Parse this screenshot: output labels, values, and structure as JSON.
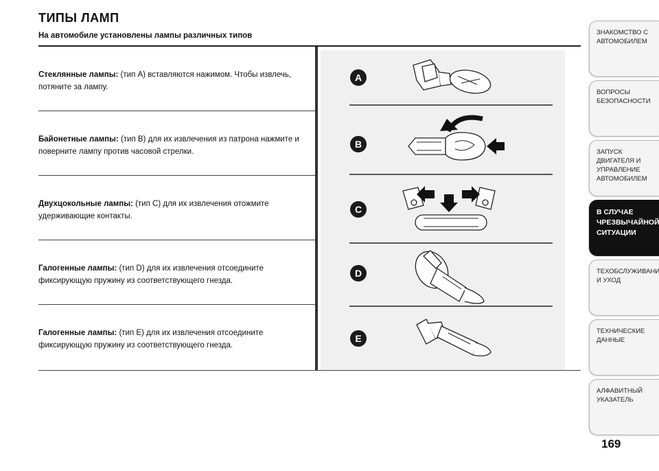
{
  "header": {
    "title": "ТИПЫ ЛАМП",
    "subtitle": "На автомобиле установлены лампы различных типов"
  },
  "rows": [
    {
      "label": "Стеклянные лампы:",
      "text": " (тип A) вставляются нажимом. Чтобы извлечь, потяните за лампу."
    },
    {
      "label": "Байонетные лампы:",
      "text": " (тип B) для их извлечения из патрона нажмите и поверните лампу против часовой стрелки."
    },
    {
      "label": "Двухцокольные лампы:",
      "text": " (тип C) для их извлечения отожмите удерживающие контакты."
    },
    {
      "label": "Галогенные лампы:",
      "text": " (тип D) для их извлечения отсоедините фиксирующую пружину из соответствующего гнезда."
    },
    {
      "label": "Галогенные лампы:",
      "text": " (тип E) для их извлечения отсоедините фиксирующую пружину из соответствующего гнезда."
    }
  ],
  "figure": {
    "labels": [
      "A",
      "B",
      "C",
      "D",
      "E"
    ]
  },
  "sidebar": {
    "tabs": [
      {
        "label": "ЗНАКОМСТВО С АВТОМОБИЛЕМ",
        "active": false
      },
      {
        "label": "ВОПРОСЫ БЕЗОПАСНОСТИ",
        "active": false
      },
      {
        "label": "ЗАПУСК ДВИГАТЕЛЯ И УПРАВЛЕНИЕ АВТОМОБИЛЕМ",
        "active": false
      },
      {
        "label": "В СЛУЧАЕ ЧРЕЗВЫЧАЙНОЙ СИТУАЦИИ",
        "active": true
      },
      {
        "label": "ТЕХОБСЛУЖИВАНИЕ И УХОД",
        "active": false
      },
      {
        "label": "ТЕХНИЧЕСКИЕ ДАННЫЕ",
        "active": false
      },
      {
        "label": "АЛФАВИТНЫЙ УКАЗАТЕЛЬ",
        "active": false
      }
    ]
  },
  "page_number": "169",
  "colors": {
    "active_tab": "#111111",
    "tab": "#f4f4f4",
    "figure_bg": "#f0f0f0"
  }
}
